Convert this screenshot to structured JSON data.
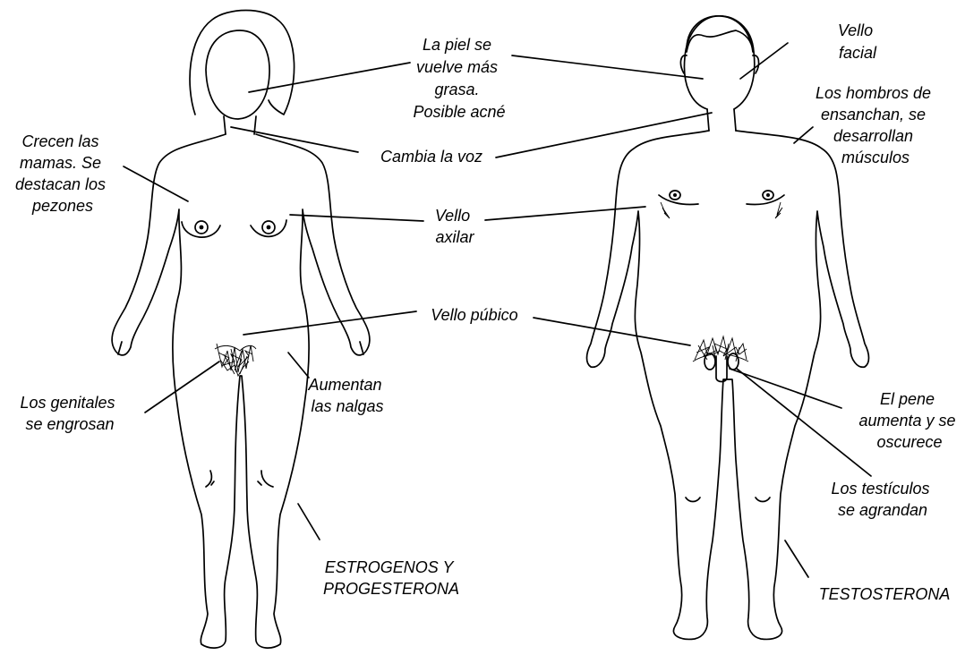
{
  "female": {
    "hormones": [
      "ESTROGENOS Y",
      "PROGESTERONA"
    ],
    "labels": {
      "breasts": [
        "Crecen las",
        "mamas. Se",
        "destacan los",
        "pezones"
      ],
      "genitals": [
        "Los genitales",
        "se engrosan"
      ],
      "buttocks": [
        "Aumentan",
        "las nalgas"
      ]
    }
  },
  "shared": {
    "skin": [
      "La piel se",
      "vuelve más",
      "grasa.",
      "Posible acné"
    ],
    "voice": "Cambia la voz",
    "axillary_hair": [
      "Vello",
      "axilar"
    ],
    "pubic_hair": "Vello púbico"
  },
  "male": {
    "hormones": [
      "TESTOSTERONA"
    ],
    "labels": {
      "facial_hair": [
        "Vello",
        "facial"
      ],
      "shoulders": [
        "Los hombros de",
        "ensanchan, se",
        "desarrollan",
        "músculos"
      ],
      "penis": [
        "El pene",
        "aumenta y se",
        "oscurece"
      ],
      "testicles": [
        "Los testículos",
        "se agrandan"
      ]
    }
  }
}
